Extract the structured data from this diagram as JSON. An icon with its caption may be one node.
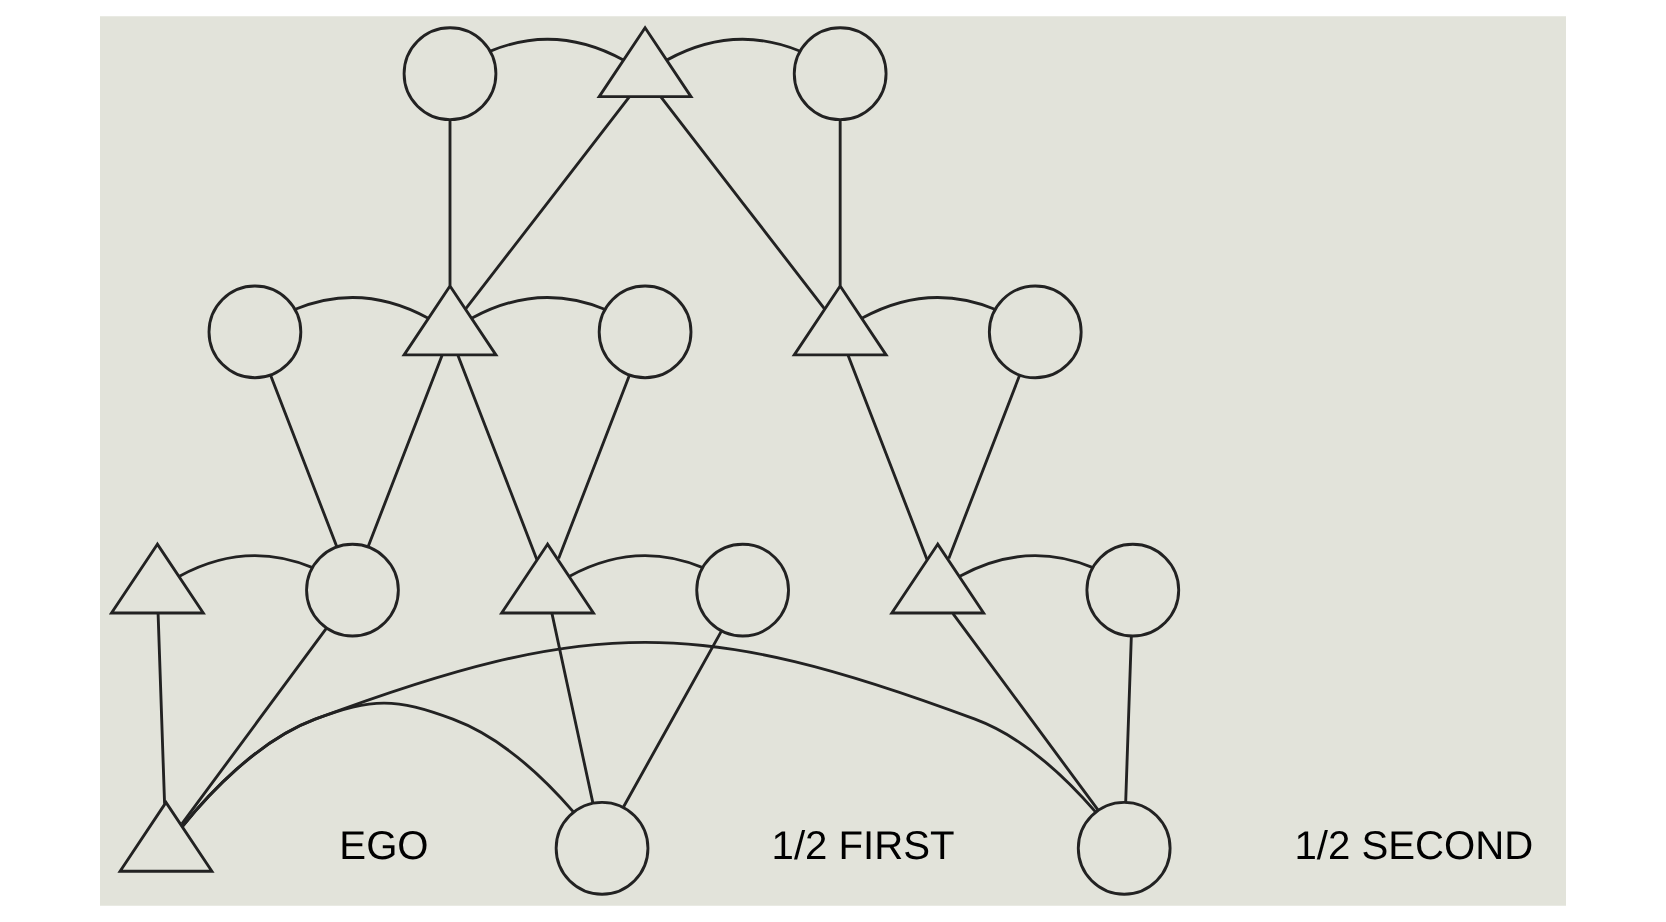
{
  "diagram": {
    "nodes": [
      {
        "text": [],
        "shape": "circle"
      },
      {
        "text": [],
        "shape": "triangle"
      },
      {
        "text": [],
        "shape": "circle"
      },
      {
        "text": [],
        "shape": "circle"
      },
      {
        "text": [],
        "shape": "triangle"
      },
      {
        "text": [],
        "shape": "circle"
      },
      {
        "text": [],
        "shape": "triangle"
      },
      {
        "text": [],
        "shape": "circle"
      },
      {
        "text": [],
        "shape": "triangle"
      },
      {
        "text": [],
        "shape": "circle"
      },
      {
        "text": [],
        "shape": "triangle"
      },
      {
        "text": [],
        "shape": "circle"
      },
      {
        "text": [],
        "shape": "triangle"
      },
      {
        "text": [],
        "shape": "circle"
      },
      {
        "text": [],
        "shape": "triangle",
        "beside": [
          "EGO"
        ]
      },
      {
        "text": [],
        "shape": "circle",
        "beside": [
          "1/2 FIRST"
        ]
      },
      {
        "text": [],
        "shape": "circle",
        "beside": [
          "1/2 SECOND"
        ]
      }
    ],
    "edges": [
      {
        "from": 0,
        "to": 1,
        "arrow": "none"
      },
      {
        "from": 1,
        "to": 2,
        "arrow": "none"
      },
      {
        "from": 0,
        "to": 4,
        "arrow": "none"
      },
      {
        "from": 1,
        "to": 4,
        "arrow": "none"
      },
      {
        "from": 1,
        "to": 6,
        "arrow": "none"
      },
      {
        "from": 2,
        "to": 6,
        "arrow": "none"
      },
      {
        "from": 3,
        "to": 4,
        "arrow": "none"
      },
      {
        "from": 4,
        "to": 5,
        "arrow": "none"
      },
      {
        "from": 3,
        "to": 9,
        "arrow": "none"
      },
      {
        "from": 4,
        "to": 9,
        "arrow": "none"
      },
      {
        "from": 4,
        "to": 10,
        "arrow": "none"
      },
      {
        "from": 5,
        "to": 10,
        "arrow": "none"
      },
      {
        "from": 6,
        "to": 7,
        "arrow": "none"
      },
      {
        "from": 6,
        "to": 12,
        "arrow": "none"
      },
      {
        "from": 7,
        "to": 12,
        "arrow": "none"
      },
      {
        "from": 8,
        "to": 9,
        "arrow": "none"
      },
      {
        "from": 8,
        "to": 14,
        "arrow": "none"
      },
      {
        "from": 9,
        "to": 14,
        "arrow": "none"
      },
      {
        "from": 10,
        "to": 11,
        "arrow": "none"
      },
      {
        "from": 10,
        "to": 15,
        "arrow": "none"
      },
      {
        "from": 11,
        "to": 15,
        "arrow": "none"
      },
      {
        "from": 12,
        "to": 13,
        "arrow": "none"
      },
      {
        "from": 12,
        "to": 16,
        "arrow": "none"
      },
      {
        "from": 13,
        "to": 16,
        "arrow": "none"
      },
      {
        "from": 14,
        "to": 15,
        "arrow": "none"
      },
      {
        "from": 14,
        "to": 16,
        "arrow": "none"
      }
    ]
  }
}
